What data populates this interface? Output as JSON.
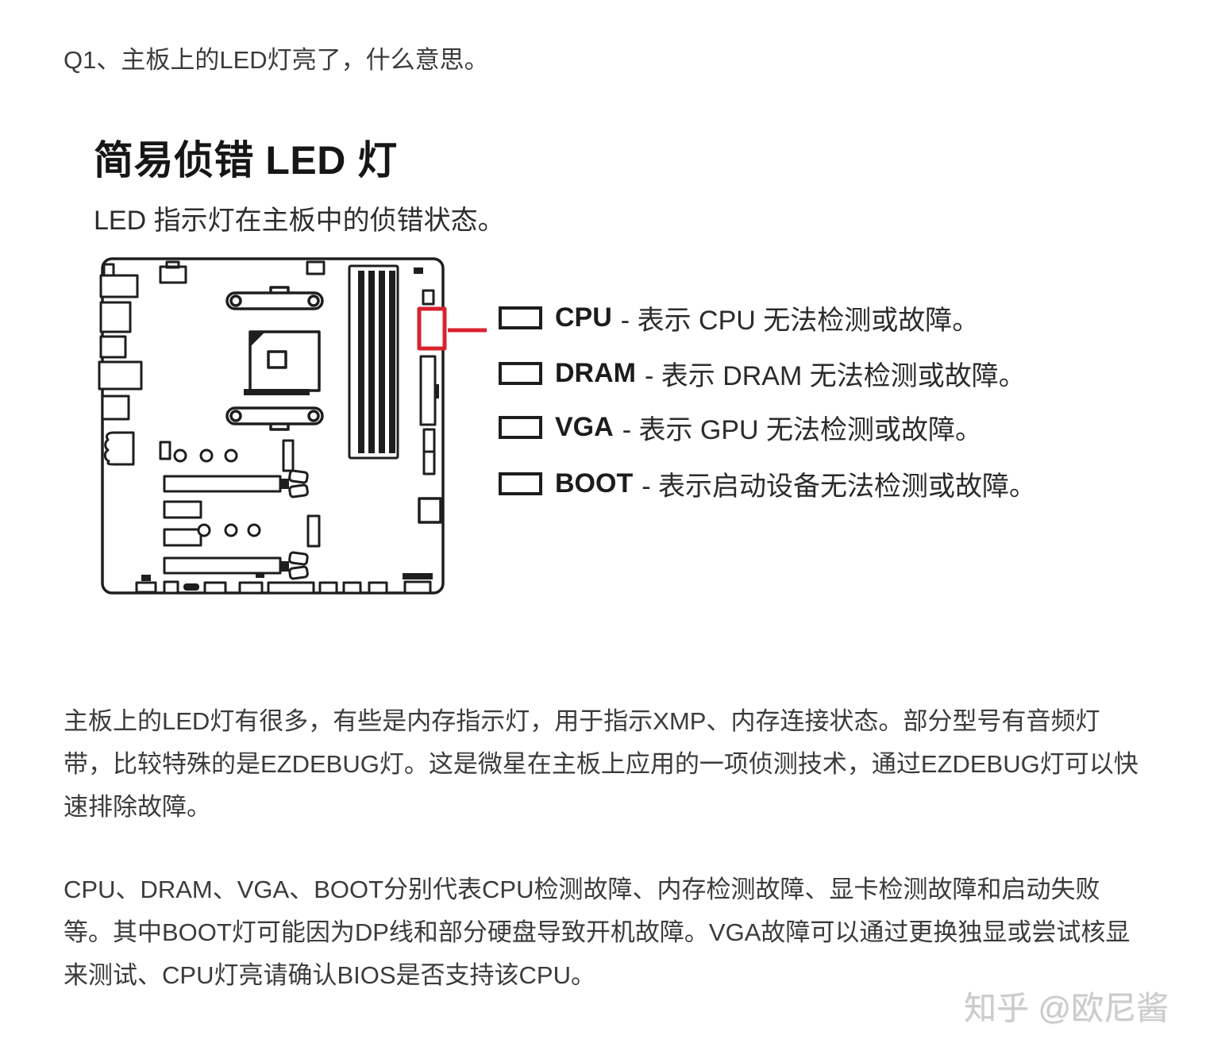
{
  "page": {
    "question_title": "Q1、主板上的LED灯亮了，什么意思。",
    "watermark": "知乎 @欧尼酱"
  },
  "figure": {
    "title": "简易侦错 LED 灯",
    "subtitle": "LED 指示灯在主板中的侦错状态。",
    "diagram": "motherboard-ez-debug-led-location",
    "colors": {
      "line": "#1e1e1e",
      "highlight_red": "#d8232f"
    },
    "legend": [
      {
        "label": "CPU",
        "desc": "- 表示 CPU 无法检测或故障。"
      },
      {
        "label": "DRAM",
        "desc": "- 表示 DRAM 无法检测或故障。"
      },
      {
        "label": "VGA",
        "desc": "- 表示 GPU 无法检测或故障。"
      },
      {
        "label": "BOOT",
        "desc": "- 表示启动设备无法检测或故障。"
      }
    ]
  },
  "paragraphs": [
    {
      "lines": [
        "主板上的LED灯有很多，有些是内存指示灯，用于指示XMP、内存连接状态。部分型号有音频灯",
        "带，比较特殊的是EZDEBUG灯。这是微星在主板上应用的一项侦测技术，通过EZDEBUG灯可以快",
        "速排除故障。"
      ]
    },
    {
      "lines": [
        "CPU、DRAM、VGA、BOOT分别代表CPU检测故障、内存检测故障、显卡检测故障和启动失败",
        "等。其中BOOT灯可能因为DP线和部分硬盘导致开机故障。VGA故障可以通过更换独显或尝试核显",
        "来测试、CPU灯亮请确认BIOS是否支持该CPU。"
      ]
    }
  ]
}
